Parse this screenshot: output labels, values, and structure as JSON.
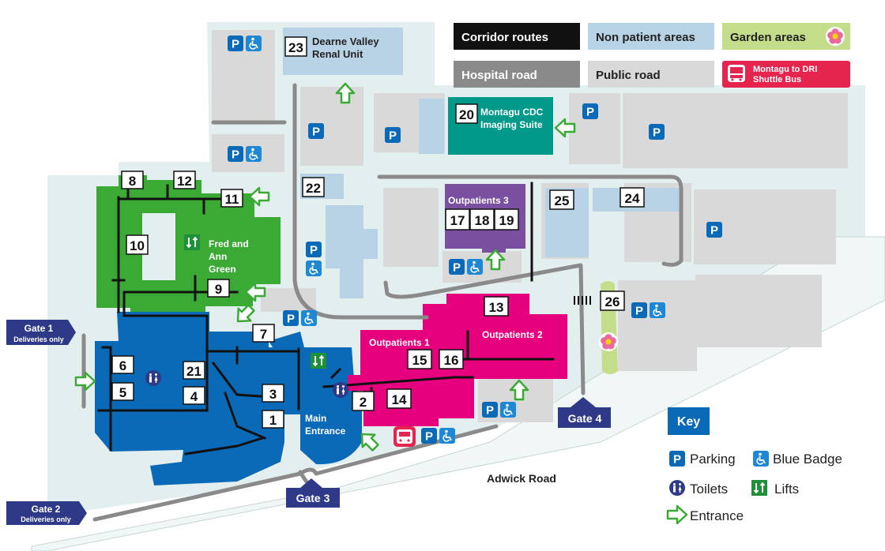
{
  "legend": {
    "corridor": "Corridor routes",
    "non_patient": "Non patient areas",
    "garden": "Garden areas",
    "hospital_road": "Hospital road",
    "public_road": "Public road",
    "shuttle_line1": "Montagu to DRI",
    "shuttle_line2": "Shuttle Bus"
  },
  "colors": {
    "campus": "#e3efee",
    "building_grey": "#d9d9d9",
    "non_patient": "#b9d3e6",
    "green": "#3aaa35",
    "blue": "#0a6ab8",
    "magenta": "#e6007e",
    "purple": "#7a4fa0",
    "teal": "#00998a",
    "road": "#8a8a8a",
    "corridor": "#111111",
    "gate": "#2e3a87",
    "shuttle": "#e6254f"
  },
  "buildings": {
    "dearne1": "Dearne Valley",
    "dearne2": "Renal Unit",
    "cdc1": "Montagu CDC",
    "cdc2": "Imaging Suite",
    "outpatients3": "Outpatients 3",
    "outpatients1": "Outpatients 1",
    "outpatients2": "Outpatients 2",
    "fred1": "Fred and",
    "fred2": "Ann",
    "fred3": "Green",
    "main1": "Main",
    "main2": "Entrance"
  },
  "numbers": {
    "n1": "1",
    "n2": "2",
    "n3": "3",
    "n4": "4",
    "n5": "5",
    "n6": "6",
    "n7": "7",
    "n8": "8",
    "n9": "9",
    "n10": "10",
    "n11": "11",
    "n12": "12",
    "n13": "13",
    "n14": "14",
    "n15": "15",
    "n16": "16",
    "n17": "17",
    "n18": "18",
    "n19": "19",
    "n20": "20",
    "n21": "21",
    "n22": "22",
    "n23": "23",
    "n24": "24",
    "n25": "25",
    "n26": "26"
  },
  "gates": {
    "gate1": "Gate 1",
    "gate1_sub": "Deliveries only",
    "gate2": "Gate 2",
    "gate2_sub": "Deliveries only",
    "gate3": "Gate 3",
    "gate4": "Gate 4"
  },
  "road_name": "Adwick Road",
  "key": {
    "title": "Key",
    "parking": "Parking",
    "blue_badge": "Blue Badge",
    "toilets": "Toilets",
    "lifts": "Lifts",
    "entrance": "Entrance"
  },
  "icons": {
    "parking_letter": "P",
    "parking": "parking-icon",
    "blue_badge": "blue-badge-icon",
    "toilets": "toilets-icon",
    "lifts": "lifts-icon",
    "entrance": "entrance-arrow-icon",
    "bus": "bus-icon",
    "flower": "flower-icon"
  }
}
